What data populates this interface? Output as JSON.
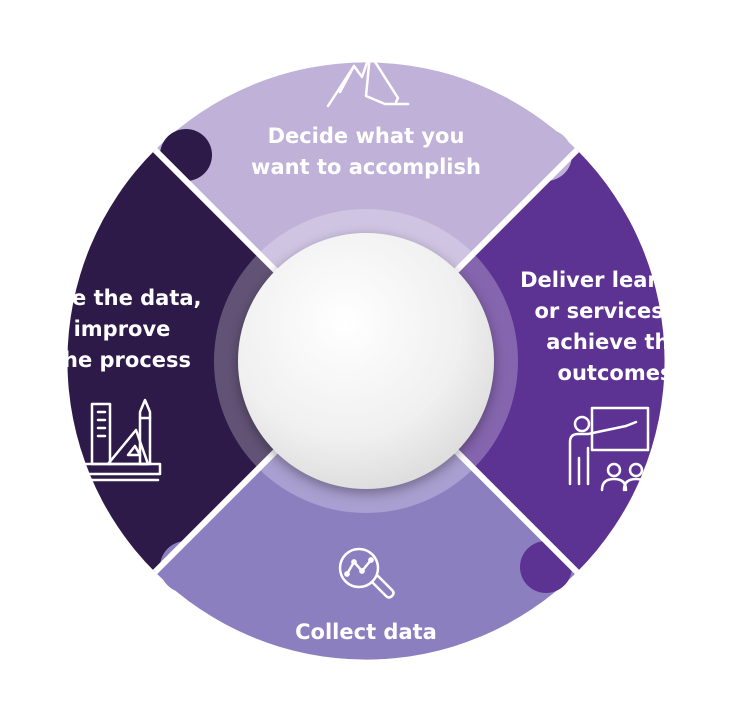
{
  "diagram": {
    "segments": [
      {
        "id": "top",
        "lines": [
          "Decide what you",
          "want to accomplish"
        ],
        "color": "#bfb1d8",
        "icon": "mountain-flag-icon"
      },
      {
        "id": "right",
        "lines": [
          "Deliver learning",
          "or services to",
          "achieve the",
          "outcomes"
        ],
        "color": "#5c3293",
        "icon": "presentation-teacher-icon"
      },
      {
        "id": "bottom",
        "lines": [
          "Collect data"
        ],
        "color": "#8c7fc0",
        "icon": "analytics-magnifier-icon"
      },
      {
        "id": "left",
        "lines": [
          "Use the data,",
          "improve",
          "the process"
        ],
        "color": "#2e1a48",
        "icon": "design-tools-laptop-icon"
      }
    ],
    "center": {
      "color": "#ececec"
    }
  }
}
